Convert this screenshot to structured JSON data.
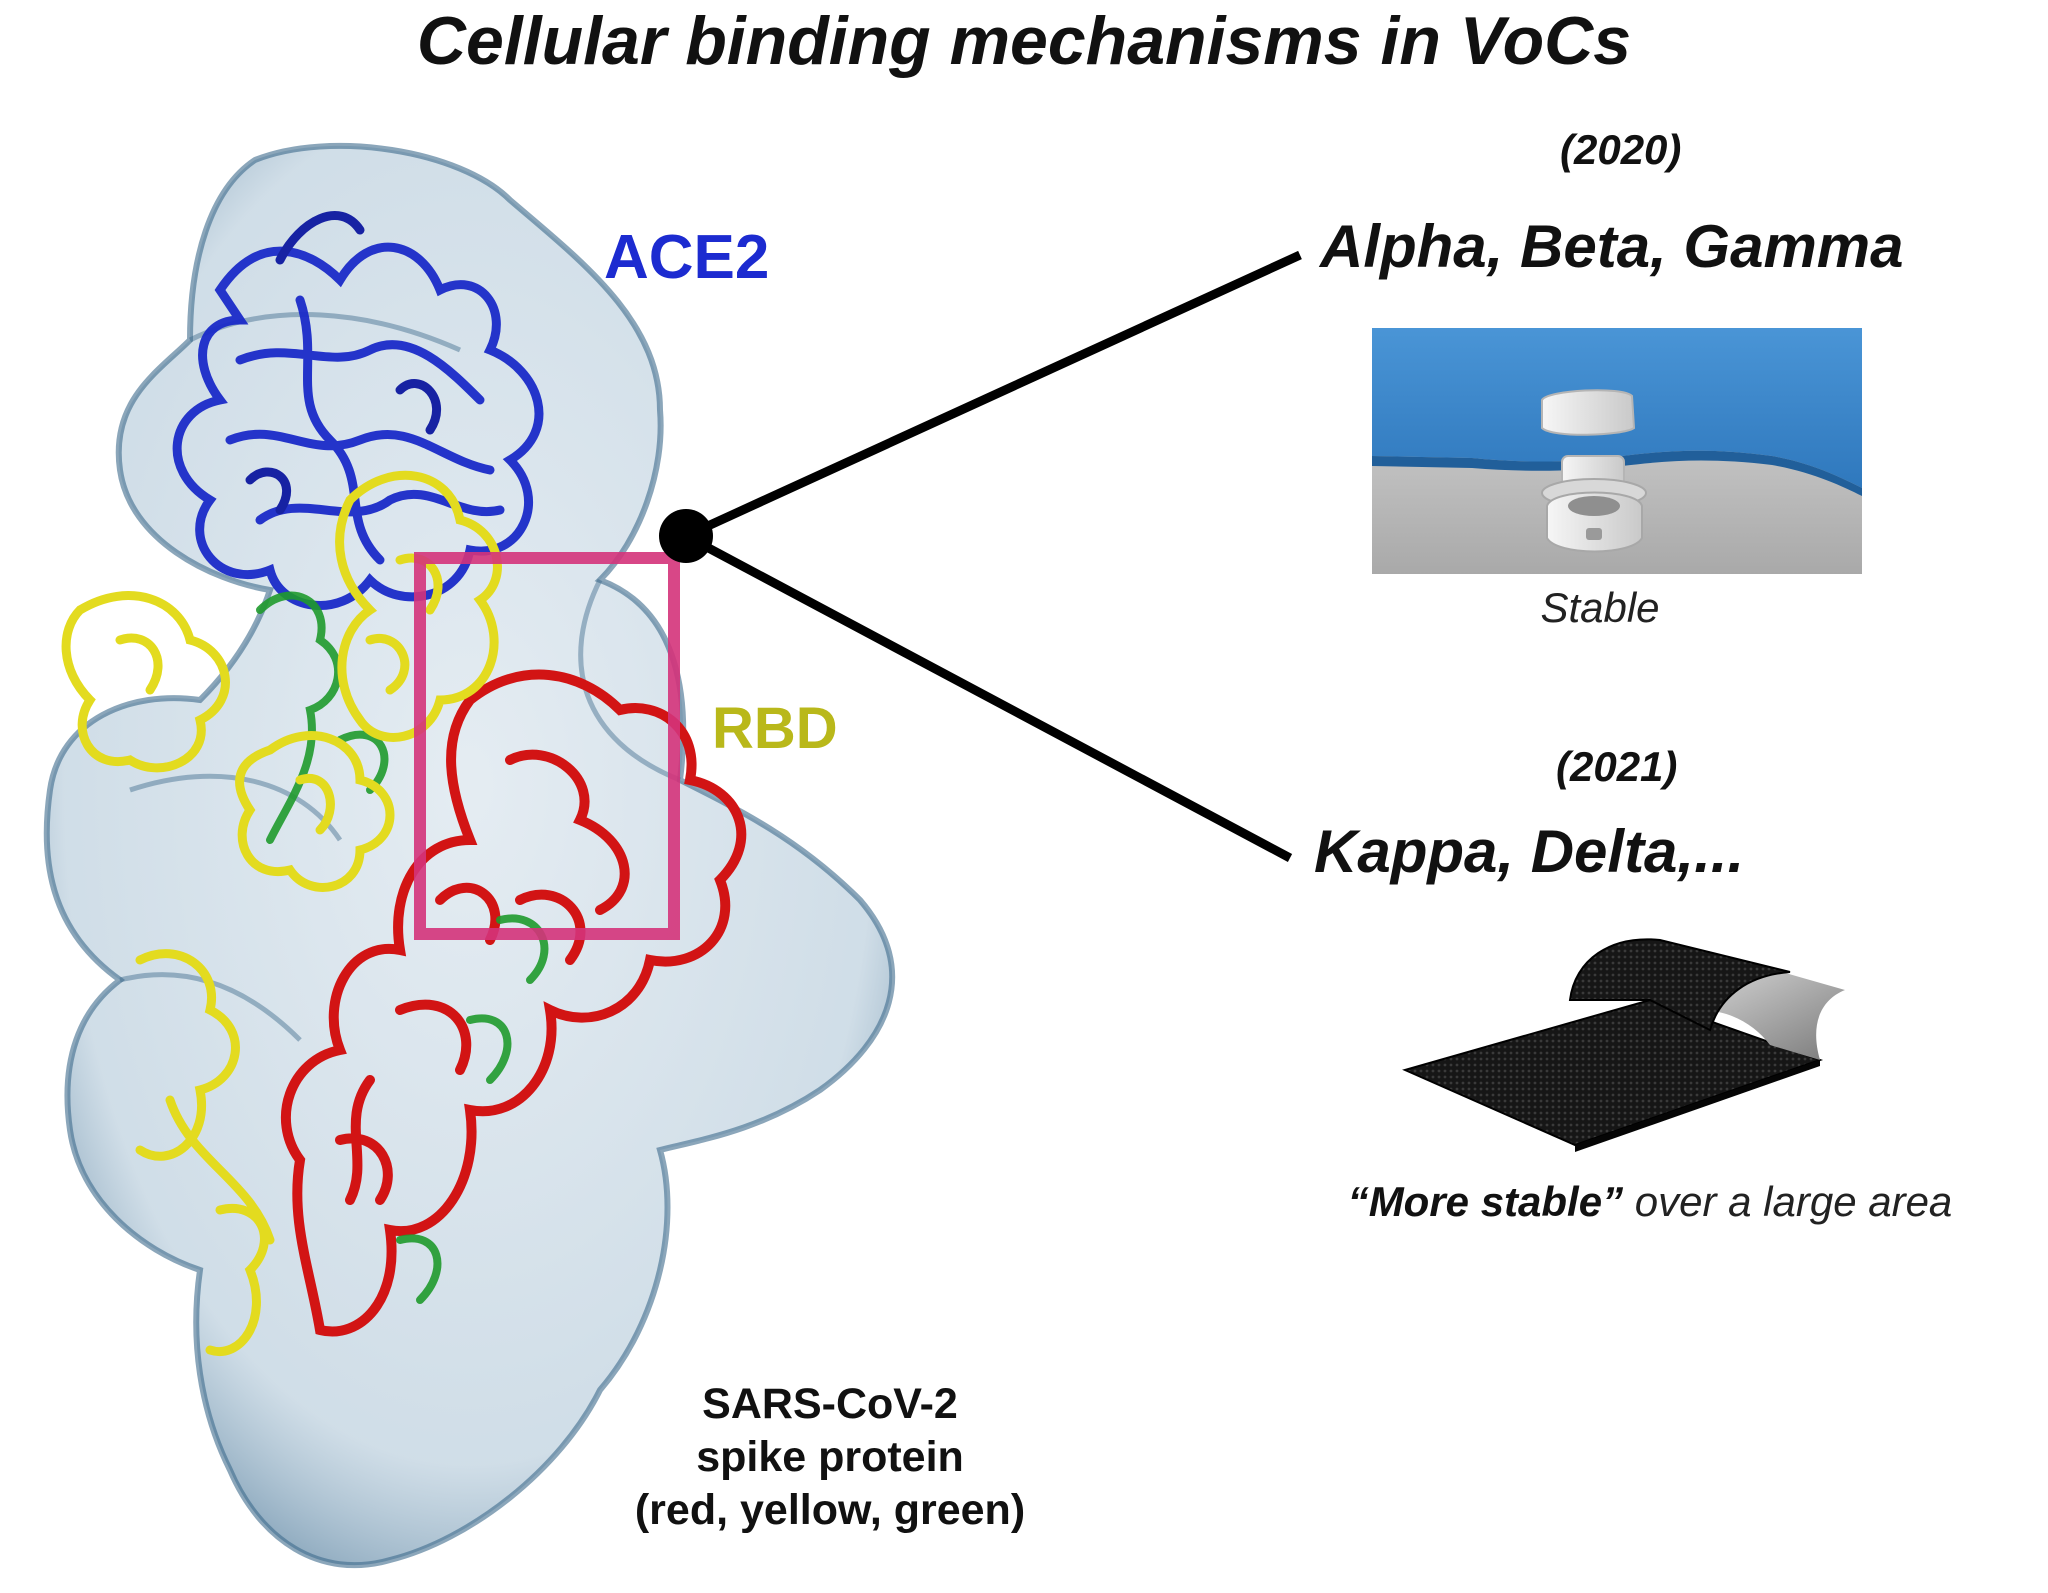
{
  "title": "Cellular binding mechanisms in VoCs",
  "labels": {
    "ace2": "ACE2",
    "rbd": "RBD",
    "spike_line1": "SARS-CoV-2",
    "spike_line2": "spike protein",
    "spike_line3": "(red, yellow, green)"
  },
  "branch_2020": {
    "year": "(2020)",
    "variants": "Alpha, Beta, Gamma",
    "caption": "Stable"
  },
  "branch_2021": {
    "year": "(2021)",
    "variants": "Kappa, Delta,...",
    "caption_bold": "“More stable”",
    "caption_rest": " over a large area"
  },
  "colors": {
    "ace2": "#1c2bd0",
    "rbd": "#b9b81a",
    "rbd_box": "#d4337a",
    "spike_red": "#d21414",
    "spike_yellow": "#e3db1f",
    "spike_green": "#1f9a2c",
    "surface": "#9bb8cc"
  },
  "icons": {
    "photo_2020": "snap-fastener-photo",
    "photo_2021": "velcro-strip-photo"
  }
}
